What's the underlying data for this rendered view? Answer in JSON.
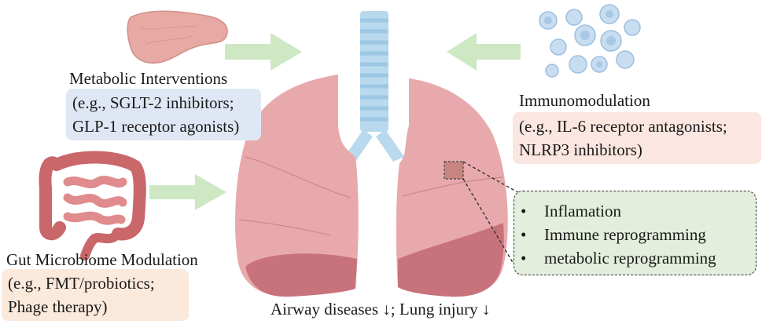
{
  "metabolic": {
    "title": "Metabolic Interventions",
    "lines": [
      "(e.g., SGLT-2 inhibitors;",
      "GLP-1 receptor agonists)"
    ]
  },
  "immuno": {
    "title": "Immunomodulation",
    "lines": [
      "(e.g., IL-6 receptor antagonists;",
      "NLRP3 inhibitors)"
    ]
  },
  "gut": {
    "title": "Gut Microbiome Modulation",
    "lines": [
      "(e.g., FMT/probiotics;",
      "Phage therapy)"
    ]
  },
  "effects": {
    "bullet": "•",
    "items": [
      "Inflamation",
      "Immune reprogramming",
      "metabolic reprogramming"
    ]
  },
  "outcome": "Airway diseases ↓; Lung injury ↓",
  "colors": {
    "arrow": "#cde8c3",
    "lung": "#e8a9ad",
    "lung_dark": "#c8737c",
    "trachea": "#b9d9ee",
    "metabolic_box": "#dfe7f4",
    "immuno_box": "#fbe6e1",
    "gut_box": "#fbe9dc",
    "effects_box": "#e3efdc"
  },
  "icons": [
    "pancreas-icon",
    "immune-cells-icon",
    "intestine-icon",
    "lungs-icon",
    "trachea-icon"
  ]
}
